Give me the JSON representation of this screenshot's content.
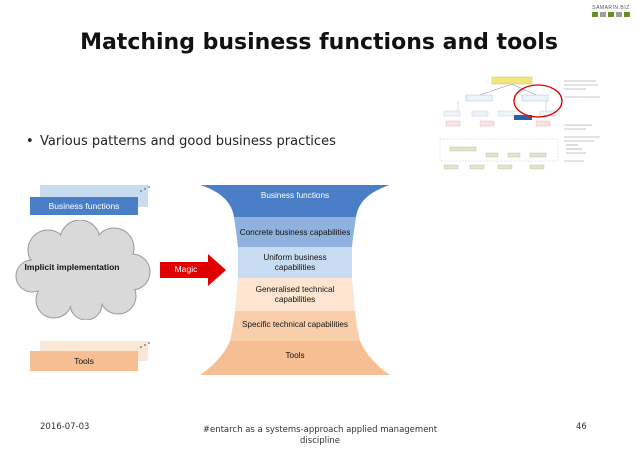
{
  "slide": {
    "title": "Matching business functions and tools",
    "bullet": "Various patterns and good business practices"
  },
  "logo": {
    "text": "SAMARIN.BIZ",
    "colors": [
      "#6b8e23",
      "#9e9e9e",
      "#6b8e23",
      "#9e9e9e",
      "#6b8e23"
    ]
  },
  "left": {
    "business_functions": "Business functions",
    "cloud_label": "Implicit implementation",
    "tools": "Tools"
  },
  "arrow": {
    "label": "Magic",
    "color": "#e00000"
  },
  "funnel": {
    "layers": [
      "Business functions",
      "Concrete business capabilities",
      "Uniform business capabilities",
      "Generalised technical capabilities",
      "Specific technical capabilities",
      "Tools"
    ]
  },
  "footer": {
    "date": "2016-07-03",
    "center": "#entarch as a systems-approach applied management discipline",
    "page": "46"
  }
}
